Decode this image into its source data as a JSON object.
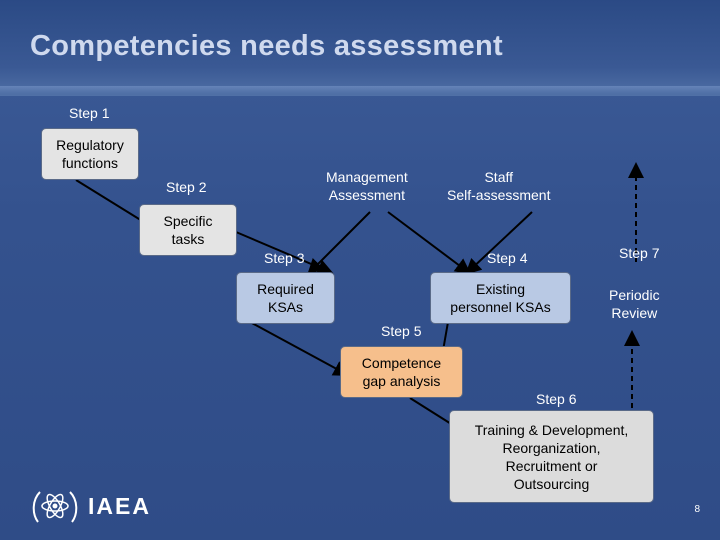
{
  "slide": {
    "title": "Competencies needs assessment",
    "page_number": "8"
  },
  "steps": {
    "step1": "Step 1",
    "step2": "Step 2",
    "step3": "Step 3",
    "step4": "Step 4",
    "step5": "Step 5",
    "step6": "Step 6",
    "step7": "Step 7"
  },
  "boxes": {
    "regulatory": [
      "Regulatory",
      "functions"
    ],
    "specific": [
      "Specific",
      "tasks"
    ],
    "required": [
      "Required",
      "KSAs"
    ],
    "existing": [
      "Existing",
      "personnel KSAs"
    ],
    "gap": [
      "Competence",
      "gap analysis"
    ],
    "training": [
      "Training & Development,",
      "Reorganization,",
      "Recruitment or",
      "Outsourcing"
    ]
  },
  "labels": {
    "management": [
      "Management",
      "Assessment"
    ],
    "staff": [
      "Staff",
      "Self-assessment"
    ],
    "periodic": [
      "Periodic",
      "Review"
    ]
  },
  "logo": {
    "text": "IAEA",
    "icon": "atom-laurel-icon"
  }
}
